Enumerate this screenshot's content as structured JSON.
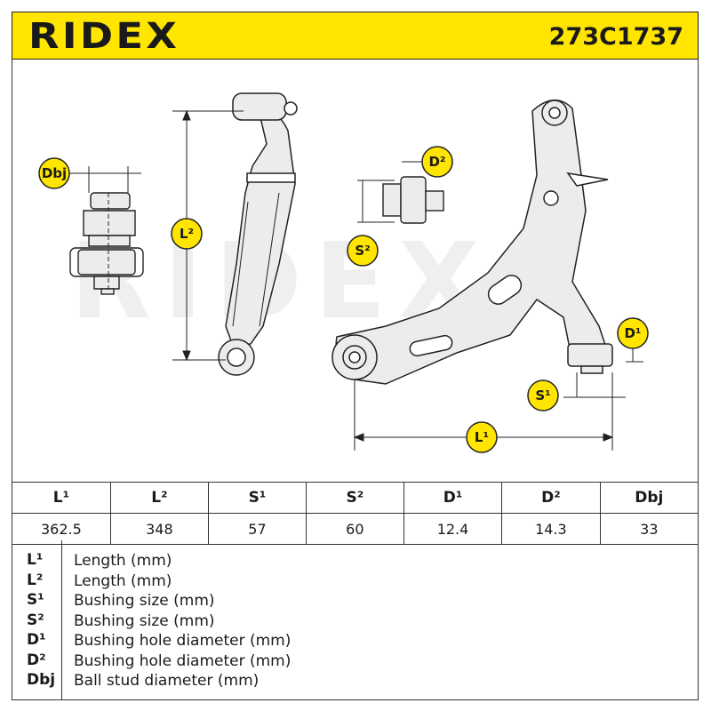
{
  "header": {
    "brand": "RIDEX",
    "part_number": "273C1737",
    "accent_color": "#ffe500"
  },
  "watermark": "RIDEX",
  "badges": {
    "dbj": "Dbj",
    "l2": "L²",
    "d2": "D²",
    "s2": "S²",
    "d1": "D¹",
    "s1": "S¹",
    "l1": "L¹"
  },
  "spec_table": {
    "headers": [
      "L¹",
      "L²",
      "S¹",
      "S²",
      "D¹",
      "D²",
      "Dbj"
    ],
    "values": [
      "362.5",
      "348",
      "57",
      "60",
      "12.4",
      "14.3",
      "33"
    ]
  },
  "legend": [
    {
      "code": "L¹",
      "text": "Length (mm)"
    },
    {
      "code": "L²",
      "text": "Length (mm)"
    },
    {
      "code": "S¹",
      "text": "Bushing size (mm)"
    },
    {
      "code": "S²",
      "text": "Bushing size (mm)"
    },
    {
      "code": "D¹",
      "text": "Bushing hole diameter (mm)"
    },
    {
      "code": "D²",
      "text": "Bushing hole diameter (mm)"
    },
    {
      "code": "Dbj",
      "text": "Ball stud diameter (mm)"
    }
  ]
}
